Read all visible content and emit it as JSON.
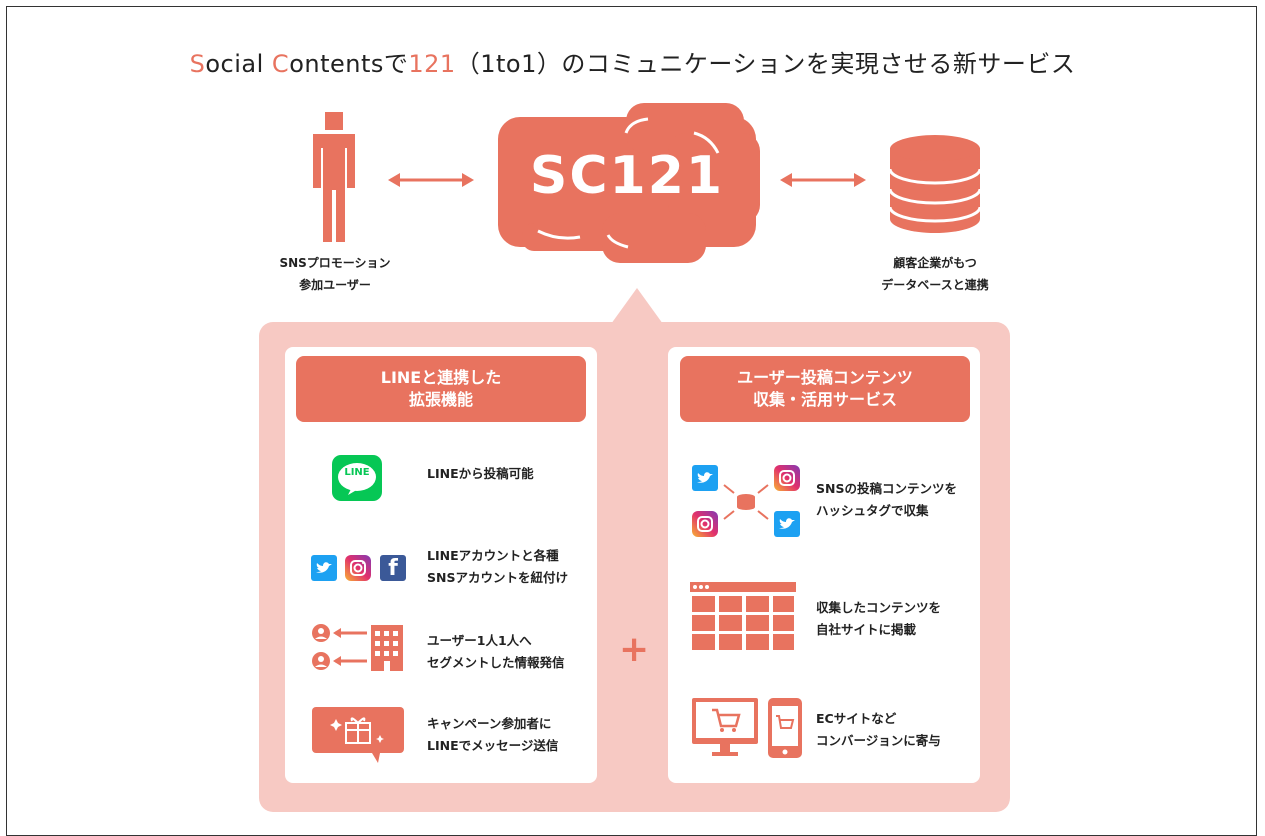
{
  "header": {
    "title_part1": "S",
    "title_part2": "ocial ",
    "title_part3": "C",
    "title_part4": "ontentsで",
    "title_part5": "121",
    "title_part6": "（1to1）のコミュニケーションを実現させる新サービス"
  },
  "logo_text": "SC121",
  "left_node": {
    "line1": "SNSプロモーション",
    "line2": "参加ユーザー"
  },
  "right_node": {
    "line1": "顧客企業がもつ",
    "line2": "データベースと連携"
  },
  "left_card": {
    "heading_line1": "LINEと連携した",
    "heading_line2": "拡張機能",
    "items": [
      {
        "icon": "line-app-icon",
        "line1": "LINEから投稿可能",
        "line2": ""
      },
      {
        "icon": "sns-icons",
        "line1": "LINEアカウントと各種",
        "line2": "SNSアカウントを紐付け"
      },
      {
        "icon": "users-building-icon",
        "line1": "ユーザー1人1人へ",
        "line2": "セグメントした情報発信"
      },
      {
        "icon": "gift-message-icon",
        "line1": "キャンペーン参加者に",
        "line2": "LINEでメッセージ送信"
      }
    ]
  },
  "plus_sign": "+",
  "right_card": {
    "heading_line1": "ユーザー投稿コンテンツ",
    "heading_line2": "収集・活用サービス",
    "items": [
      {
        "icon": "hashtag-collect-icon",
        "line1": "SNSの投稿コンテンツを",
        "line2": "ハッシュタグで収集"
      },
      {
        "icon": "website-grid-icon",
        "line1": "収集したコンテンツを",
        "line2": "自社サイトに掲載"
      },
      {
        "icon": "ec-devices-icon",
        "line1": "ECサイトなど",
        "line2": "コンバージョンに寄与"
      }
    ]
  },
  "icon_labels": {
    "line": "LINE",
    "facebook": "f"
  },
  "colors": {
    "accent": "#e8735f",
    "panel": "#f7c9c3",
    "line_green": "#06c755",
    "twitter": "#1da1f2"
  }
}
